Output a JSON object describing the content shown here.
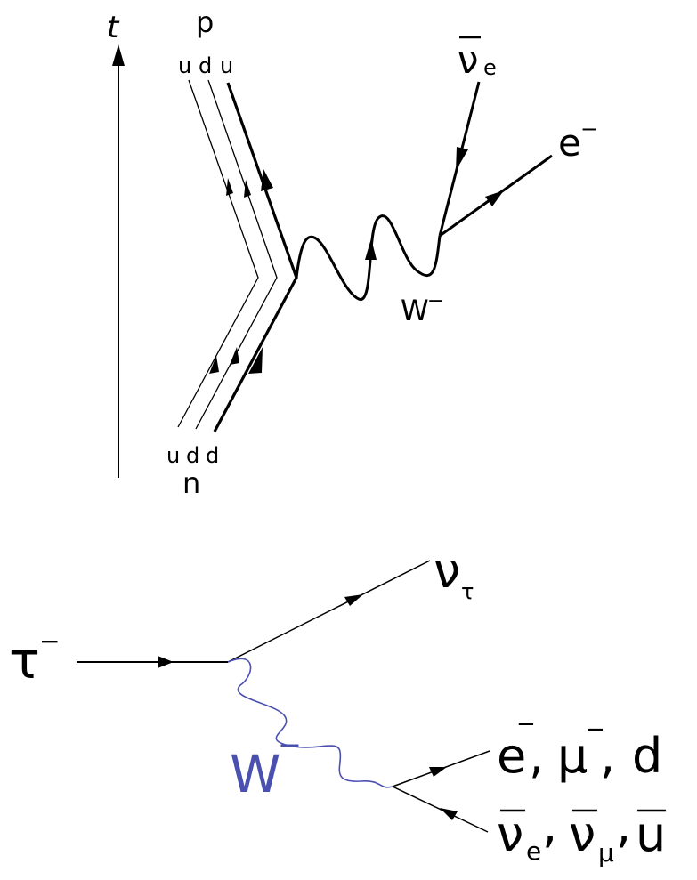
{
  "beta_decay": {
    "time_axis_label": "t",
    "proton_label": "p",
    "proton_quarks": [
      "u",
      "d",
      "u"
    ],
    "neutron_label": "n",
    "neutron_quarks": [
      "u",
      "d",
      "d"
    ],
    "antineutrino_label": "ν",
    "antineutrino_subscript": "e",
    "electron_label": "e",
    "electron_superscript": "−",
    "w_boson_label": "W",
    "w_boson_superscript": "−"
  },
  "tau_decay": {
    "tau_label": "τ",
    "tau_superscript": "−",
    "tau_neutrino_label": "ν",
    "tau_neutrino_subscript": "τ",
    "w_boson_label": "W",
    "w_boson_superscript": "−",
    "w_color": "#4a50b0",
    "products_top": {
      "e": "e",
      "e_sup": "−",
      "comma1": ",",
      "mu": "μ",
      "mu_sup": "−",
      "comma2": ",",
      "d": "d"
    },
    "products_bottom": {
      "nu_e": "ν",
      "nu_e_sub": "e",
      "comma1": ",",
      "nu_mu": "ν",
      "nu_mu_sub": "μ",
      "comma2": ",",
      "u": "u"
    }
  }
}
